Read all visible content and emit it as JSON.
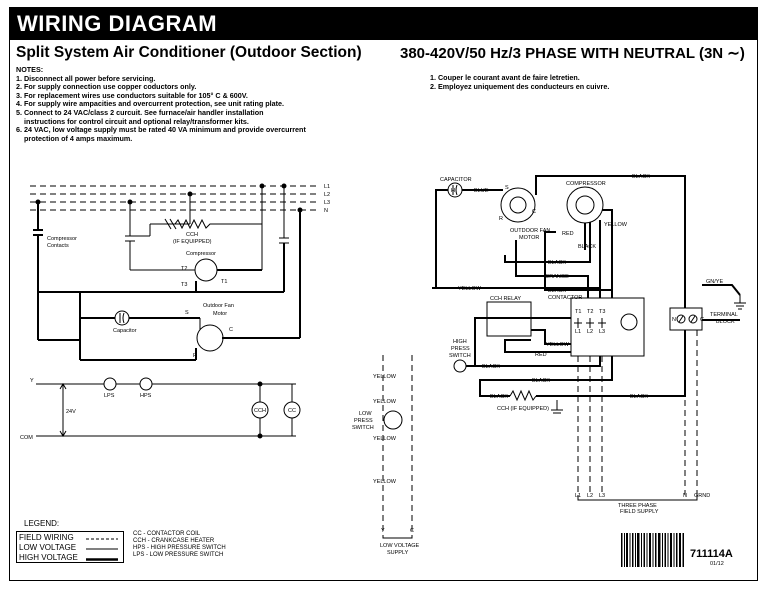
{
  "header": {
    "title": "WIRING DIAGRAM",
    "subtitle": "Split System Air Conditioner   (Outdoor Section)",
    "voltage_title": "380-420V/50 Hz/3 PHASE WITH NEUTRAL (3N ∼)"
  },
  "notes": {
    "heading": "NOTES:",
    "items": [
      "1. Disconnect all power before servicing.",
      "2. For supply connection use copper coductors only.",
      "3. For replacement wires use conductors suitable for 105° C & 600V.",
      "4. For supply wire ampacities and overcurrent protection, see unit rating plate.",
      "5. Connect to 24 VAC/class 2 curcuit. See furnace/air handler installation",
      "   instructions for control circuit and optional relay/transformer kits.",
      "6. 24 VAC, low voltage supply must be rated 40 VA minimum and provide overcurrent",
      "   protection of 4 amps maximum."
    ],
    "french": [
      "1. Couper le courant avant de faire letretien.",
      "2. Employez uniquement des conducteurs en cuivre."
    ]
  },
  "schematic": {
    "lines": [
      "L1",
      "L2",
      "L3",
      "N"
    ],
    "compressor_contacts": [
      "Compressor",
      "Contacts"
    ],
    "cch": [
      "CCH",
      "(IF EQUIPPED)"
    ],
    "compressor": "Compressor",
    "t1": "T1",
    "t2": "T2",
    "t3": "T3",
    "ofm": [
      "Outdoor Fan",
      "Motor"
    ],
    "s": "S",
    "c": "C",
    "r": "R",
    "capacitor": "Capacitor",
    "y": "Y",
    "com": "COM",
    "v24": "24V",
    "lps": "LPS",
    "hps": "HPS",
    "cch_coil": "CCH",
    "cc_coil": "CC"
  },
  "wiring": {
    "capacitor": "CAPACITOR",
    "h": "H",
    "compressor": "COMPRESSOR",
    "outdoor_fan_motor": [
      "OUTDOOR FAN",
      "MOTOR"
    ],
    "contactor": "CONTACTOR",
    "cch_relay": "CCH RELAY",
    "high_press_switch": [
      "HIGH",
      "PRESS",
      "SWITCH"
    ],
    "low_press_switch": [
      "LOW",
      "PRESS",
      "SWITCH"
    ],
    "terminal_block": [
      "TERMINAL",
      "BLOCK"
    ],
    "cch_if_equipped": "CCH (IF EQUIPPED)",
    "gn_ye": "GN/YE",
    "three_phase": [
      "THREE PHASE",
      "FIELD SUPPLY"
    ],
    "low_voltage_supply": [
      "LOW VOLTAGE",
      "SUPPLY"
    ],
    "wire_black": "BLACK",
    "wire_blue": "BLUE",
    "wire_yellow": "YELLOW",
    "wire_red": "RED",
    "wire_orange": "ORANGE",
    "wire_black_orange": "BLACK",
    "terms": {
      "t1": "T1",
      "t2": "T2",
      "t3": "T3",
      "l1": "L1",
      "l2": "L2",
      "l3": "L3",
      "n": "N",
      "g": "G",
      "s": "S",
      "c": "C",
      "r": "R",
      "y": "Y",
      "cc": "C",
      "grnd": "GRND"
    }
  },
  "legend": {
    "title": "LEGEND:",
    "field": "FIELD WIRING",
    "low": "LOW VOLTAGE",
    "high": "HIGH VOLTAGE",
    "abbr": [
      "CC - CONTACTOR COIL",
      "CCH - CRANKCASE HEATER",
      "HPS - HIGH PRESSURE SWITCH",
      "LPS - LOW PRESSURE SWITCH"
    ]
  },
  "footer": {
    "part_number": "711114A",
    "date": "01/12"
  }
}
